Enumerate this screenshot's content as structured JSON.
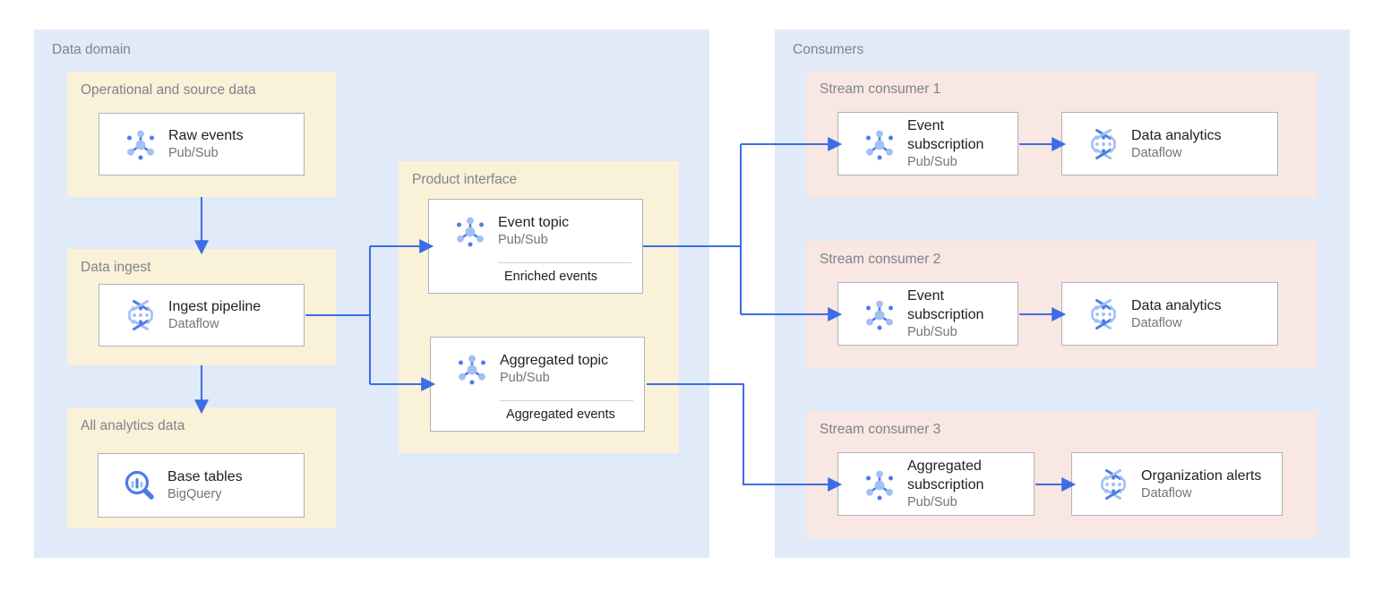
{
  "colors": {
    "container-blue": "#e0eaf8",
    "group-cream": "#faf1d9",
    "group-pink": "#f8e7e2",
    "card-border": "#aeb2b7",
    "label-gray": "#7e848a",
    "title-dark": "#202124",
    "subtitle-gray": "#70757b",
    "arrow-blue": "#3d6de4",
    "icon-dark": "#4c7ce6",
    "icon-light": "#a2c0f4"
  },
  "sections": {
    "data_domain": "Data domain",
    "consumers": "Consumers",
    "operational": "Operational and source data",
    "data_ingest": "Data ingest",
    "all_analytics": "All analytics data",
    "product_interface": "Product interface",
    "stream1": "Stream consumer 1",
    "stream2": "Stream consumer 2",
    "stream3": "Stream consumer 3"
  },
  "cards": {
    "raw_events": {
      "title": "Raw events",
      "subtitle": "Pub/Sub",
      "icon": "pubsub-icon"
    },
    "ingest_pipeline": {
      "title": "Ingest pipeline",
      "subtitle": "Dataflow",
      "icon": "dataflow-icon"
    },
    "base_tables": {
      "title": "Base tables",
      "subtitle": "BigQuery",
      "icon": "bigquery-icon"
    },
    "event_topic": {
      "title": "Event topic",
      "subtitle": "Pub/Sub",
      "note": "Enriched events",
      "icon": "pubsub-icon"
    },
    "aggregated_topic": {
      "title": "Aggregated topic",
      "subtitle": "Pub/Sub",
      "note": "Aggregated events",
      "icon": "pubsub-icon"
    },
    "event_subscription_1": {
      "title": "Event subscription",
      "subtitle": "Pub/Sub",
      "icon": "pubsub-icon"
    },
    "data_analytics_1": {
      "title": "Data analytics",
      "subtitle": "Dataflow",
      "icon": "dataflow-icon"
    },
    "event_subscription_2": {
      "title": "Event subscription",
      "subtitle": "Pub/Sub",
      "icon": "pubsub-icon"
    },
    "data_analytics_2": {
      "title": "Data analytics",
      "subtitle": "Dataflow",
      "icon": "dataflow-icon"
    },
    "aggregated_subscription": {
      "title": "Aggregated subscription",
      "subtitle": "Pub/Sub",
      "icon": "pubsub-icon"
    },
    "organization_alerts": {
      "title": "Organization alerts",
      "subtitle": "Dataflow",
      "icon": "dataflow-icon"
    }
  }
}
